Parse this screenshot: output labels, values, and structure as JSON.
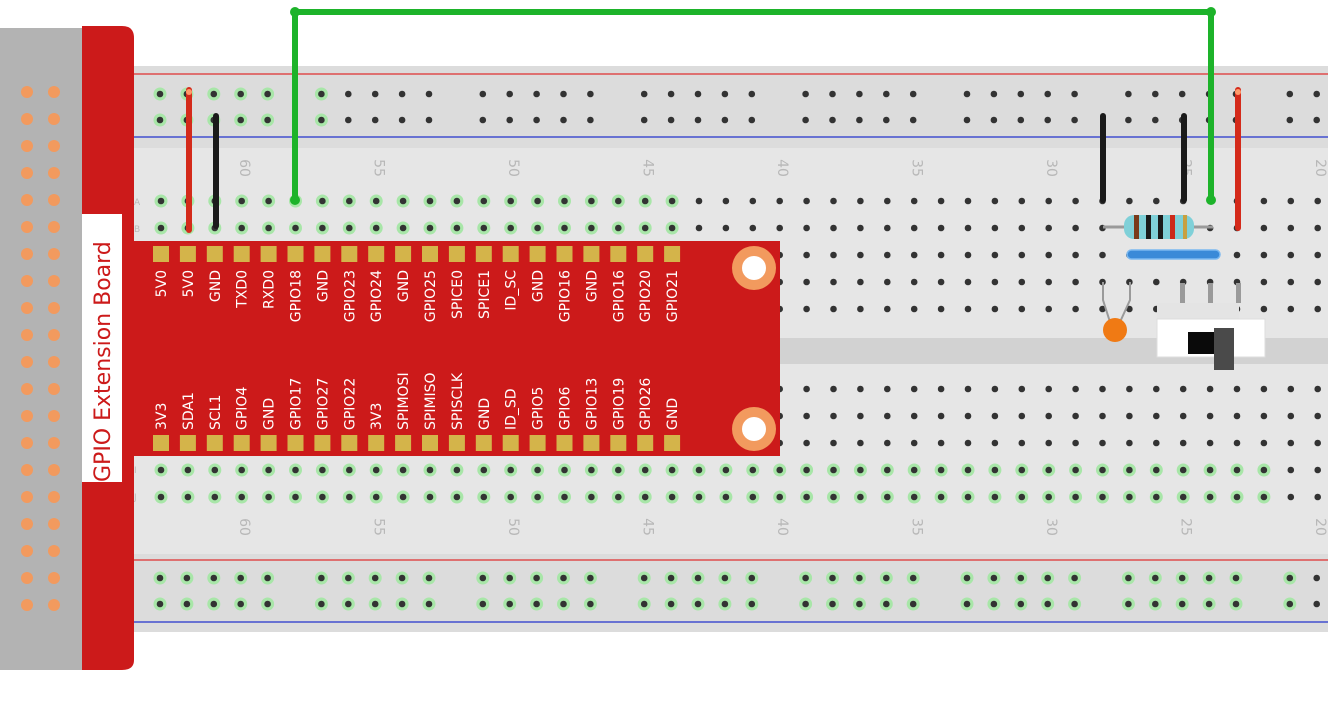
{
  "board": {
    "title": "GPIO Extension Board",
    "top_pins": [
      "5V0",
      "5V0",
      "GND",
      "TXD0",
      "RXD0",
      "GPIO18",
      "GND",
      "GPIO23",
      "GPIO24",
      "GND",
      "GPIO25",
      "SPICE0",
      "SPICE1",
      "ID_SC",
      "GND",
      "GPIO16",
      "GND",
      "GPIO16",
      "GPIO20",
      "GPIO21"
    ],
    "bottom_pins": [
      "3V3",
      "SDA1",
      "SCL1",
      "GPIO4",
      "GND",
      "GPIO17",
      "GPIO27",
      "GPIO22",
      "3V3",
      "SPIMOSI",
      "SPIMISO",
      "SPISCLK",
      "GND",
      "ID_SD",
      "GPIO5",
      "GPIO6",
      "GPIO13",
      "GPIO19",
      "GPIO26",
      "GND"
    ]
  },
  "breadboard": {
    "column_labels": [
      "60",
      "55",
      "50",
      "45",
      "40",
      "35",
      "30",
      "25",
      "20"
    ],
    "row_labels_top": [
      "A",
      "B"
    ],
    "row_labels_bottom": [
      "I",
      "J"
    ]
  },
  "colors": {
    "board_red": "#cc1a1a",
    "pin_gold": "#d4b44a",
    "wire_green": "#1db32a",
    "wire_red": "#d42a1a",
    "wire_black": "#1a1a1a",
    "rail_red": "#e03030",
    "rail_blue": "#2233cc",
    "ribbon_gray": "#b3b3b3"
  },
  "components": {
    "resistor": "resistor",
    "capacitor": "ceramic-capacitor",
    "switch": "slide-switch"
  }
}
